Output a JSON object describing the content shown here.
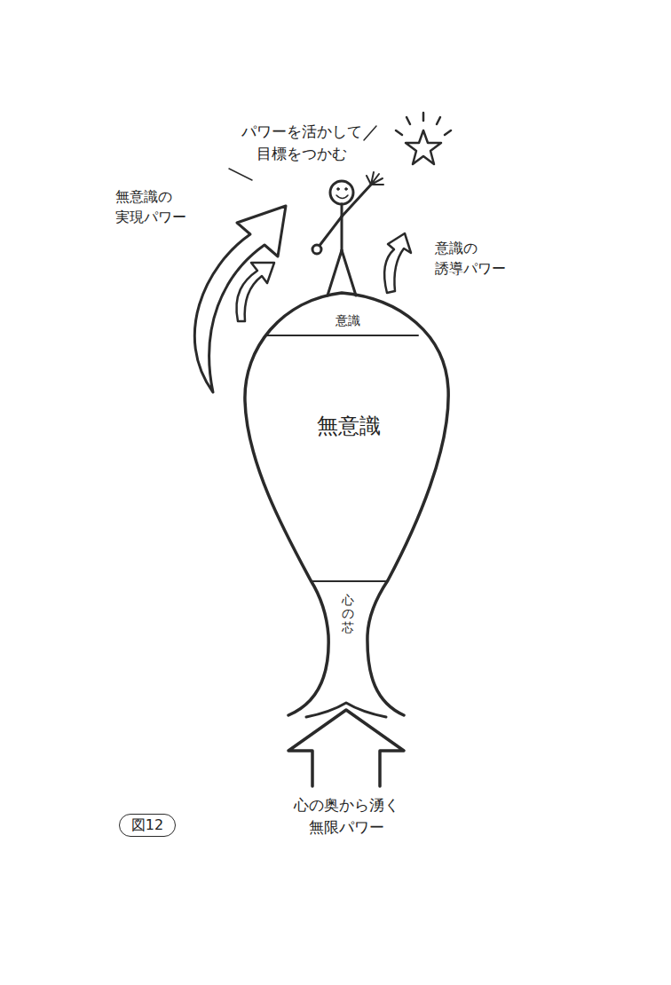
{
  "diagram": {
    "nodes": [
      {
        "text": [
          "意識"
        ]
      },
      {
        "text": [
          "無意識"
        ]
      },
      {
        "text": [
          "心の芯"
        ]
      },
      {
        "text": [
          "図12"
        ]
      }
    ],
    "labels": [
      "パワーを活かして 目標をつかむ",
      "無意識の 実現パワー",
      "意識の 誘導パワー",
      "心の奥から湧く 無限パワー"
    ]
  }
}
